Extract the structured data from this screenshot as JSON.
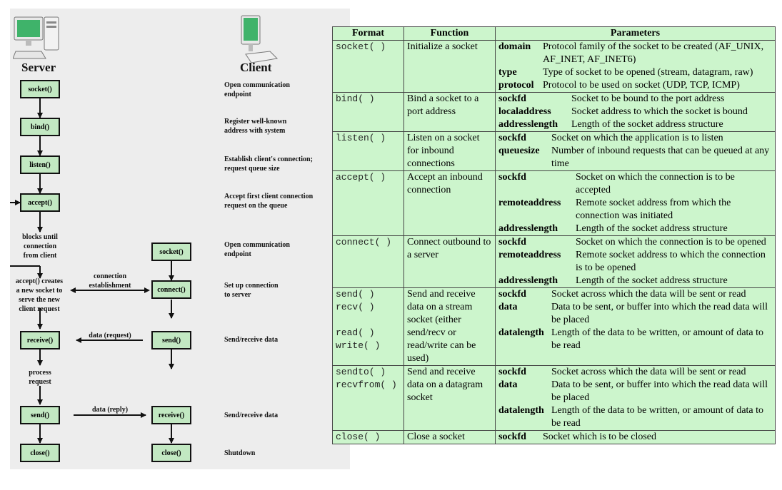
{
  "diagram": {
    "server_title": "Server",
    "client_title": "Client",
    "server_boxes": [
      "socket()",
      "bind()",
      "listen()",
      "accept()",
      "receive()",
      "send()",
      "close()"
    ],
    "client_boxes": [
      "socket()",
      "connect()",
      "send()",
      "receive()",
      "close()"
    ],
    "descriptions": [
      [
        "Open communication",
        "endpoint"
      ],
      [
        "Register well-known",
        "address with system"
      ],
      [
        "Establish client's connection;",
        "request queue size"
      ],
      [
        "Accept first client connection",
        "request on the queue"
      ],
      [
        "Open communication",
        "endpoint"
      ],
      [
        "Set up connection",
        "to server"
      ],
      [
        "Send/receive data"
      ],
      [
        "Send/receive data"
      ],
      [
        "Shutdown"
      ]
    ],
    "notes": {
      "blocks": [
        "blocks until",
        "connection",
        "from client"
      ],
      "accept_creates": [
        "accept() creates",
        "a new socket to",
        "serve the new",
        "client request"
      ],
      "connection_est": [
        "connection",
        "establishment"
      ],
      "data_request": "data (request)",
      "process_request": [
        "process",
        "request"
      ],
      "data_reply": "data (reply)"
    }
  },
  "table": {
    "headers": [
      "Format",
      "Function",
      "Parameters"
    ],
    "rows": [
      {
        "format": "socket( )",
        "function": "Initialize a socket",
        "params": [
          [
            "domain",
            "Protocol family of the socket to be created (AF_UNIX, AF_INET, AF_INET6)"
          ],
          [
            "type",
            "Type of socket to be opened (stream, datagram, raw)"
          ],
          [
            "protocol",
            "Protocol to be used on socket (UDP, TCP, ICMP)"
          ]
        ]
      },
      {
        "format": "bind( )",
        "function": "Bind a socket to a port address",
        "params": [
          [
            "sockfd",
            "Socket to be bound to the port address"
          ],
          [
            "localaddress",
            "Socket address to which the socket is bound"
          ],
          [
            "addresslength",
            "Length of the socket address structure"
          ]
        ]
      },
      {
        "format": "listen( )",
        "function": "Listen on a socket for inbound connections",
        "params": [
          [
            "sockfd",
            "Socket on which the application is to listen"
          ],
          [
            "queuesize",
            "Number of inbound requests that can be queued at any time"
          ]
        ]
      },
      {
        "format": "accept( )",
        "function": "Accept an inbound connection",
        "params": [
          [
            "sockfd",
            "Socket on which the connection is to be accepted"
          ],
          [
            "remoteaddress",
            "Remote socket address from which the connection was initiated"
          ],
          [
            "addresslength",
            "Length of the socket address structure"
          ]
        ]
      },
      {
        "format": "connect( )",
        "function": "Connect outbound to a server",
        "params": [
          [
            "sockfd",
            "Socket on which the connection is to be opened"
          ],
          [
            "remoteaddress",
            "Remote socket address to which the connection is to be opened"
          ],
          [
            "addresslength",
            "Length of the socket address structure"
          ]
        ]
      },
      {
        "format": "send( )\nrecv( )\n\nread( )\nwrite( )",
        "function": "Send and receive data on a stream socket (either send/recv or read/write can be used)",
        "params": [
          [
            "sockfd",
            "Socket across which the data will be sent or read"
          ],
          [
            "data",
            "Data to be sent, or buffer into which the read data will be placed"
          ],
          [
            "datalength",
            "Length of the data to be written, or amount of data to be read"
          ]
        ]
      },
      {
        "format": "sendto( )\nrecvfrom( )",
        "function": "Send and receive data on a datagram socket",
        "params": [
          [
            "sockfd",
            "Socket across which the data will be sent or read"
          ],
          [
            "data",
            "Data to be sent, or buffer into which the read data will be placed"
          ],
          [
            "datalength",
            "Length of the data to be written, or amount of data to be read"
          ]
        ]
      },
      {
        "format": "close( )",
        "function": "Close a socket",
        "params": [
          [
            "sockfd",
            "Socket which is to be closed"
          ]
        ]
      }
    ]
  }
}
